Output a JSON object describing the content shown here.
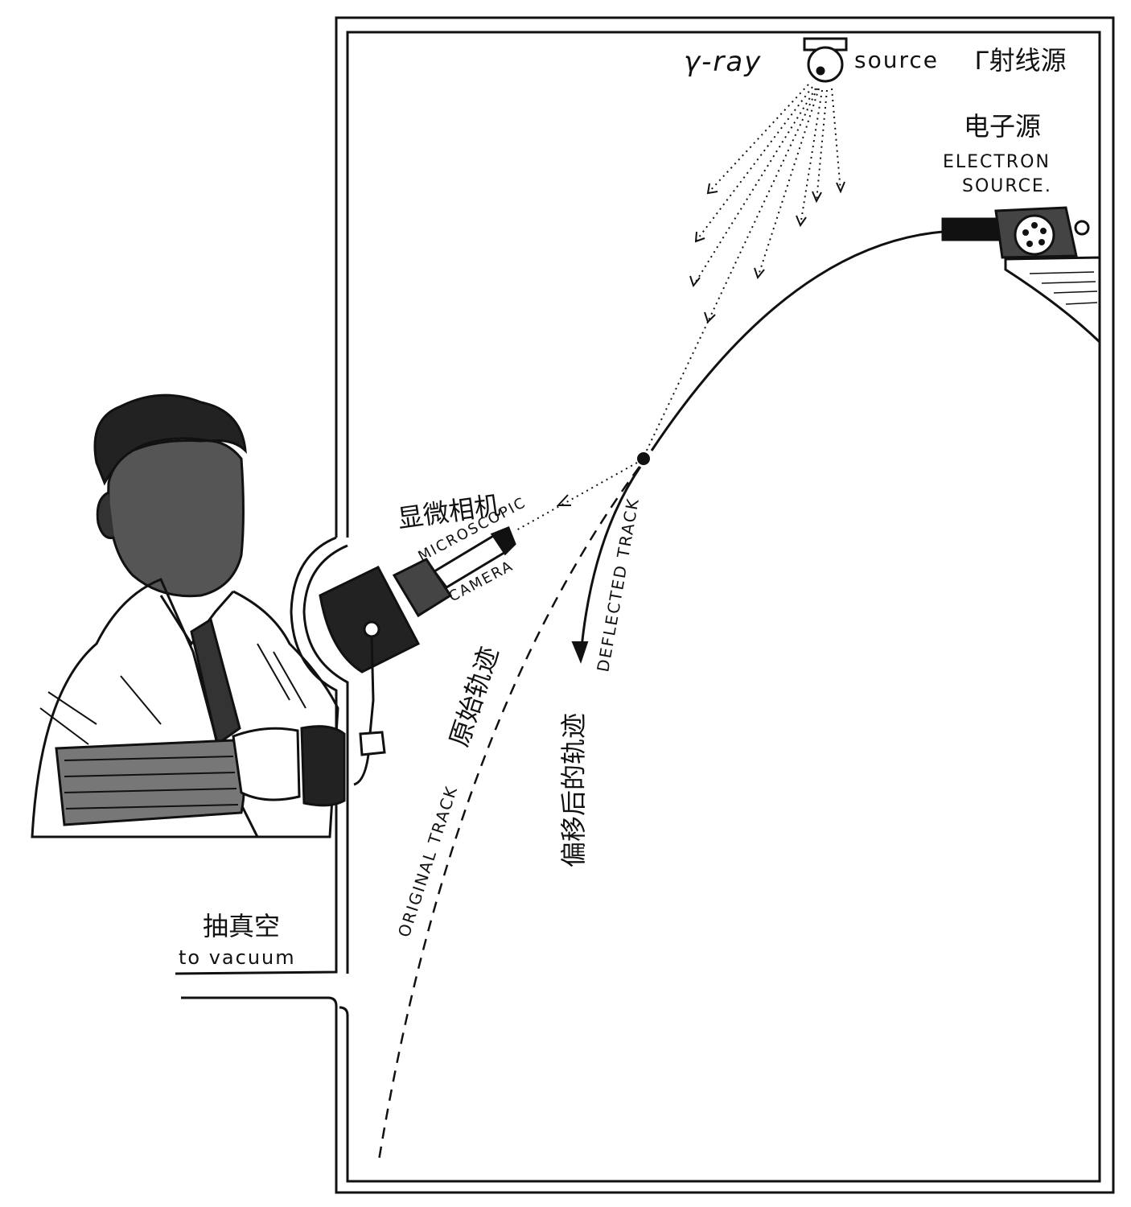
{
  "labels": {
    "gamma_ray_en_1": "γ-ray",
    "gamma_ray_en_2": "source",
    "gamma_ray_cn": "Γ射线源",
    "electron_cn": "电子源",
    "electron_en_1": "ELECTRON",
    "electron_en_2": "SOURCE.",
    "camera_cn": "显微相机",
    "camera_en_1": "MICROSCOPIC",
    "camera_en_2": "CAMERA",
    "deflected_en": "DEFLECTED TRACK",
    "deflected_cn": "偏移后的轨迹",
    "original_en": "ORIGINAL TRACK",
    "original_cn": "原始轨迹",
    "vacuum_cn": "抽真空",
    "vacuum_en": "to vacuum"
  },
  "colors": {
    "ink": "#111111",
    "paper": "#ffffff"
  },
  "icons": [
    "gamma-ray-source-icon",
    "electron-gun-icon",
    "microscope-camera-icon",
    "scientist-portrait"
  ]
}
